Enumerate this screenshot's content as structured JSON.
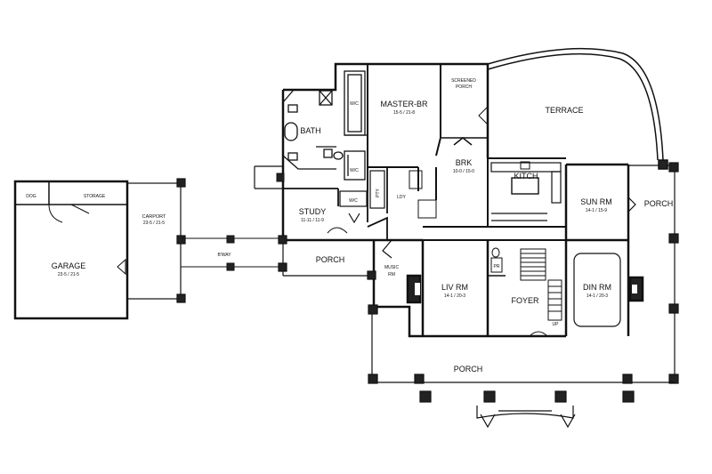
{
  "plan": {
    "rooms": {
      "garage": {
        "name": "GARAGE",
        "size": "23-5 / 21-5"
      },
      "dog": {
        "name": "DOG"
      },
      "storage": {
        "name": "STORAGE"
      },
      "carport": {
        "name": "CARPORT",
        "size": "23-5 / 21-5"
      },
      "bway": {
        "name": "B'WAY"
      },
      "bath": {
        "name": "BATH"
      },
      "master_br": {
        "name": "MASTER-BR",
        "size": "15-5 / 21-8"
      },
      "screened_porch": {
        "line1": "SCREENED",
        "line2": "PORCH"
      },
      "terrace": {
        "name": "TERRACE"
      },
      "wic_top": {
        "name": "W/C"
      },
      "wic_mid": {
        "name": "W/C"
      },
      "wic_study": {
        "name": "W/C"
      },
      "brk": {
        "name": "BRK",
        "size": "10-0 / 15-0"
      },
      "kitch": {
        "name": "KITCH"
      },
      "pty": {
        "name": "PTY"
      },
      "ldy": {
        "name": "LDY"
      },
      "study": {
        "name": "STUDY",
        "size": "11-11 / 11-9"
      },
      "sun_rm": {
        "name": "SUN RM",
        "size": "14-1 / 15-9"
      },
      "porch_east": {
        "name": "PORCH"
      },
      "porch_mid": {
        "name": "PORCH"
      },
      "music_rm": {
        "line1": "MUSIC",
        "line2": "RM"
      },
      "liv_rm": {
        "name": "LIV RM",
        "size": "14-1 / 20-3"
      },
      "pr": {
        "name": "PR"
      },
      "foyer": {
        "name": "FOYER"
      },
      "din_rm": {
        "name": "DIN RM",
        "size": "14-1 / 20-3"
      },
      "up": {
        "name": "UP"
      },
      "porch_front": {
        "name": "PORCH"
      }
    }
  }
}
